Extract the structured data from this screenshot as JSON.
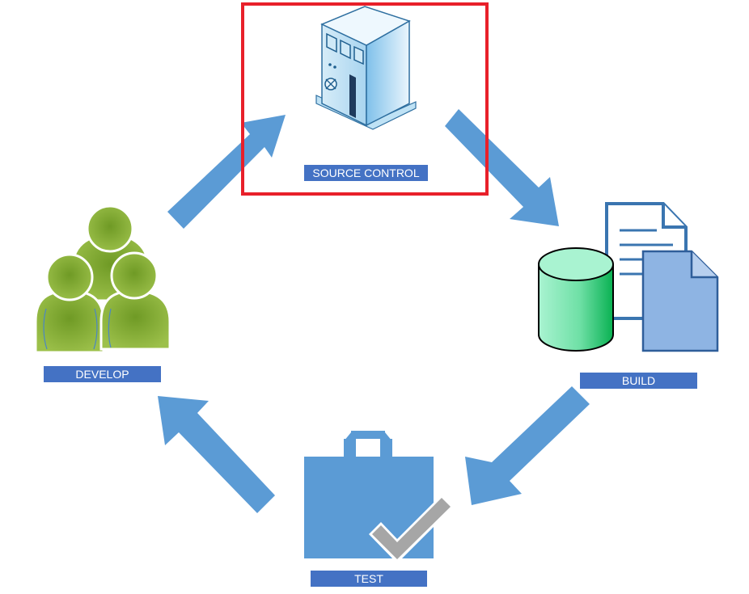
{
  "nodes": {
    "source_control": {
      "label": "SOURCE CONTROL",
      "icon": "server-building-icon"
    },
    "build": {
      "label": "BUILD",
      "icon": "database-documents-icon"
    },
    "test": {
      "label": "TEST",
      "icon": "briefcase-checkmark-icon"
    },
    "develop": {
      "label": "DEVELOP",
      "icon": "people-group-icon"
    }
  },
  "colors": {
    "arrow": "#5b9bd5",
    "label_bg": "#4472c4",
    "label_text": "#ffffff",
    "highlight": "#e8202a",
    "people": "#8bae3b",
    "database": "#2ecc7a",
    "document": "#8eb4e3",
    "checkmark": "#a6a6a6"
  },
  "highlighted_node": "source_control"
}
